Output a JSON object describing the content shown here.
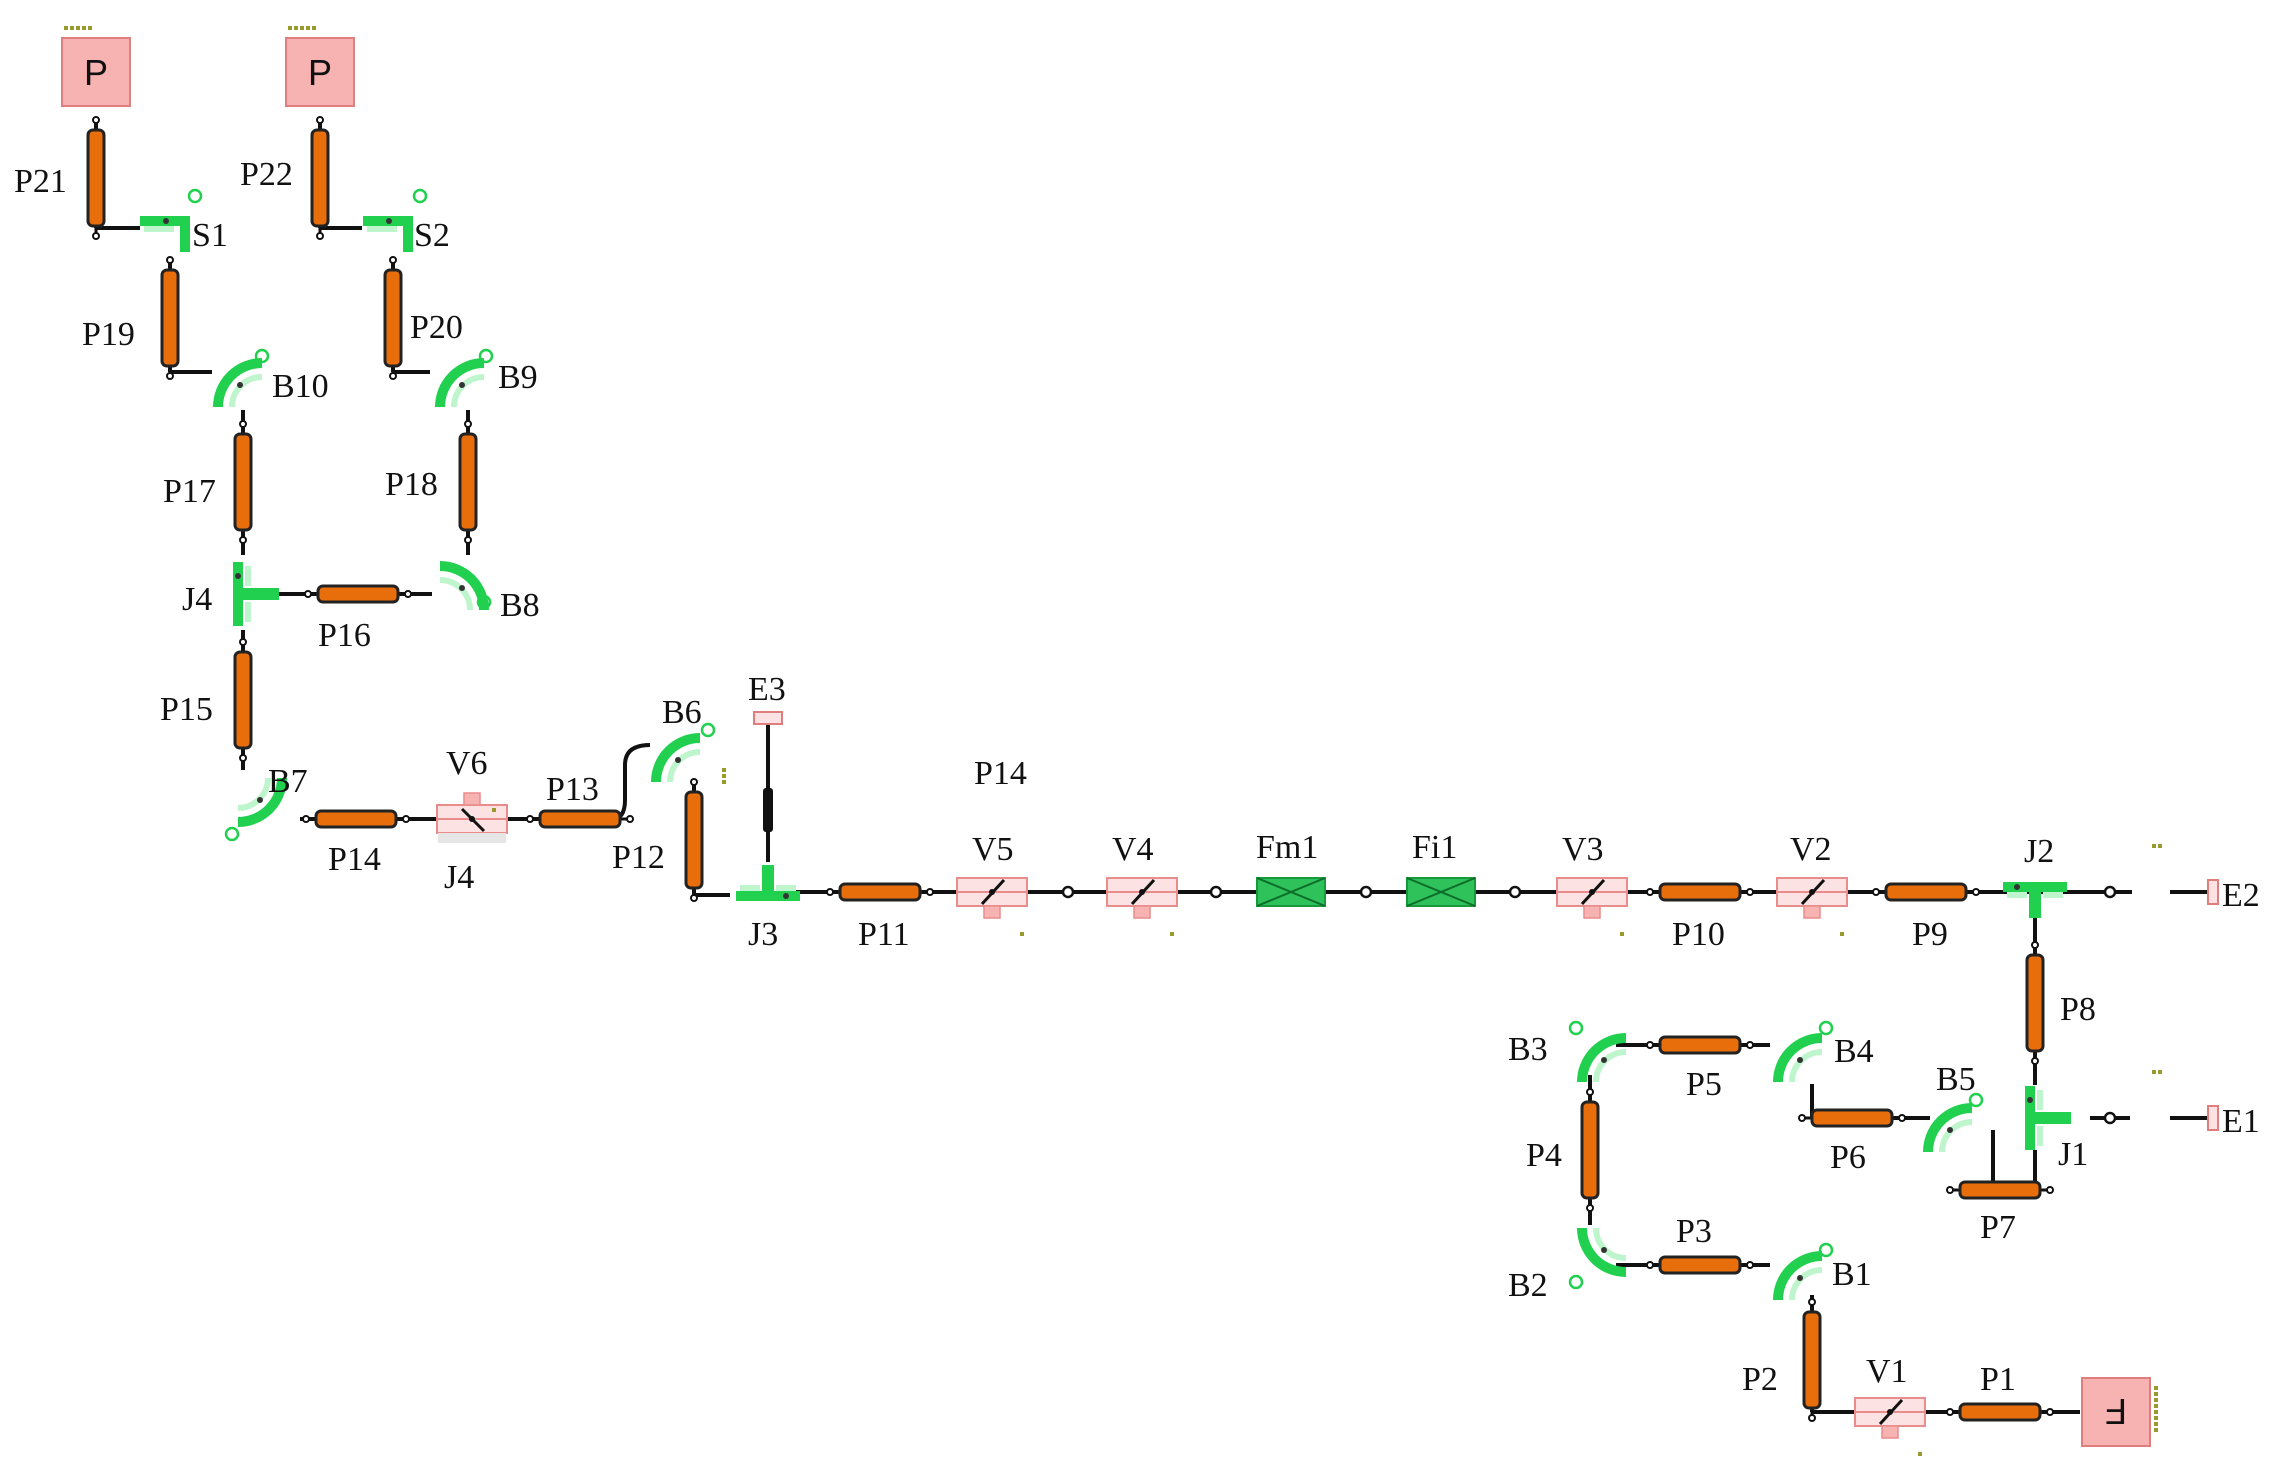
{
  "colors": {
    "pipe": "#E86E0C",
    "pipe_outline": "#222222",
    "fitting": "#21D04F",
    "fitting_light": "#BFF5CC",
    "valve_fill": "#FCE2E2",
    "valve_outline": "#E88C8C",
    "source_fill": "#F7B2B2",
    "source_outline": "#E07E7E",
    "filter_fill": "#2FC25A",
    "wire": "#111111",
    "dot_olive": "#9A9A2C"
  },
  "sources": {
    "top_left": {
      "label": "P",
      "icon": "pressure-source-icon"
    },
    "top_right": {
      "label": "P",
      "icon": "pressure-source-icon"
    },
    "bottom": {
      "label": "F",
      "icon": "flow-source-icon"
    }
  },
  "labels": {
    "P21": "P21",
    "P22": "P22",
    "S1": "S1",
    "S2": "S2",
    "P19": "P19",
    "P20": "P20",
    "B10": "B10",
    "B9": "B9",
    "P17": "P17",
    "P18": "P18",
    "J4_top": "J4",
    "P16": "P16",
    "B8": "B8",
    "P15": "P15",
    "B7": "B7",
    "P14_left": "P14",
    "V6": "V6",
    "J4_bottom": "J4",
    "P13": "P13",
    "B6": "B6",
    "P12": "P12",
    "E3": "E3",
    "J3": "J3",
    "P14_mid": "P14",
    "P11": "P11",
    "V5": "V5",
    "V4": "V4",
    "Fm1": "Fm1",
    "Fi1": "Fi1",
    "V3": "V3",
    "P10": "P10",
    "V2": "V2",
    "P9": "P9",
    "J2": "J2",
    "E2": "E2",
    "P8": "P8",
    "B5": "B5",
    "J1": "J1",
    "E1": "E1",
    "B3": "B3",
    "P5": "P5",
    "B4": "B4",
    "P6": "P6",
    "P7": "P7",
    "P4": "P4",
    "B2": "B2",
    "P3": "P3",
    "B1": "B1",
    "P2": "P2",
    "V1": "V1",
    "P1": "P1"
  }
}
